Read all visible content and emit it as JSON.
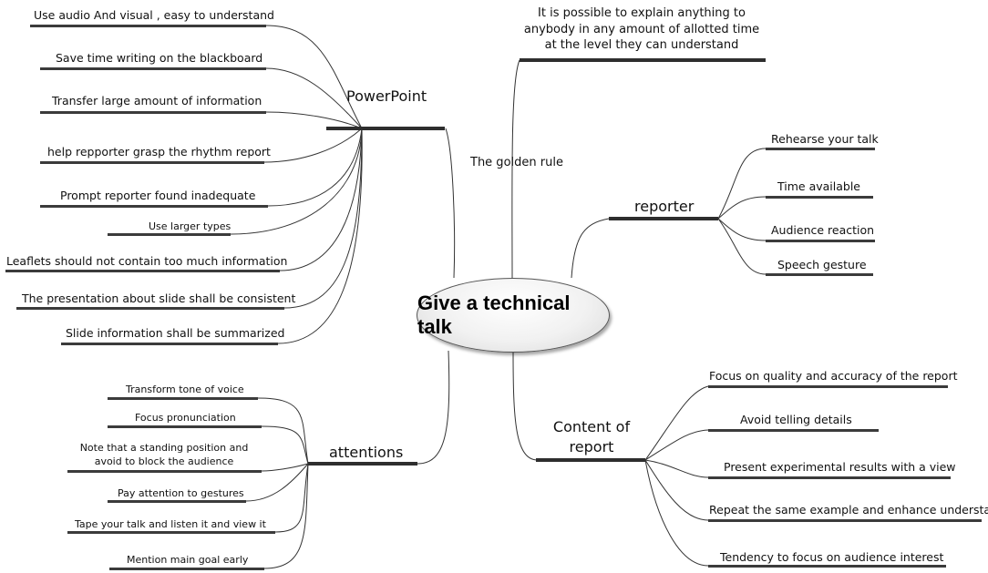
{
  "root": {
    "label": "Give a technical talk"
  },
  "golden_rule": {
    "label": "The golden rule",
    "text": "It is possible to explain anything to\nanybody in any amount of allotted time\nat the level they can understand"
  },
  "powerpoint": {
    "label": "PowerPoint",
    "items": [
      "Use audio And  visual , easy to understand",
      "Save time writing on the blackboard",
      "Transfer large amount of information",
      "help repporter grasp the rhythm report",
      "Prompt reporter found inadequate",
      "Use larger types",
      "Leaflets should not contain too much information",
      "The presentation about slide shall be consistent",
      "Slide information shall be summarized"
    ]
  },
  "reporter": {
    "label": "reporter",
    "items": [
      "Rehearse your talk",
      "Time available",
      "Audience reaction",
      "Speech gesture"
    ]
  },
  "attentions": {
    "label": "attentions",
    "items": [
      "Transform tone of voice",
      "Focus pronunciation",
      "Note that a standing position and\navoid to  block the audience",
      "Pay attention to gestures",
      "Tape your talk and listen it and view it",
      "Mention main goal early"
    ]
  },
  "content": {
    "label": "Content of\nreport",
    "items": [
      "Focus on quality and accuracy of the report",
      "Avoid telling details",
      "Present experimental results with a view",
      "Repeat the same example and enhance understad",
      "Tendency to focus on audience interest"
    ]
  }
}
